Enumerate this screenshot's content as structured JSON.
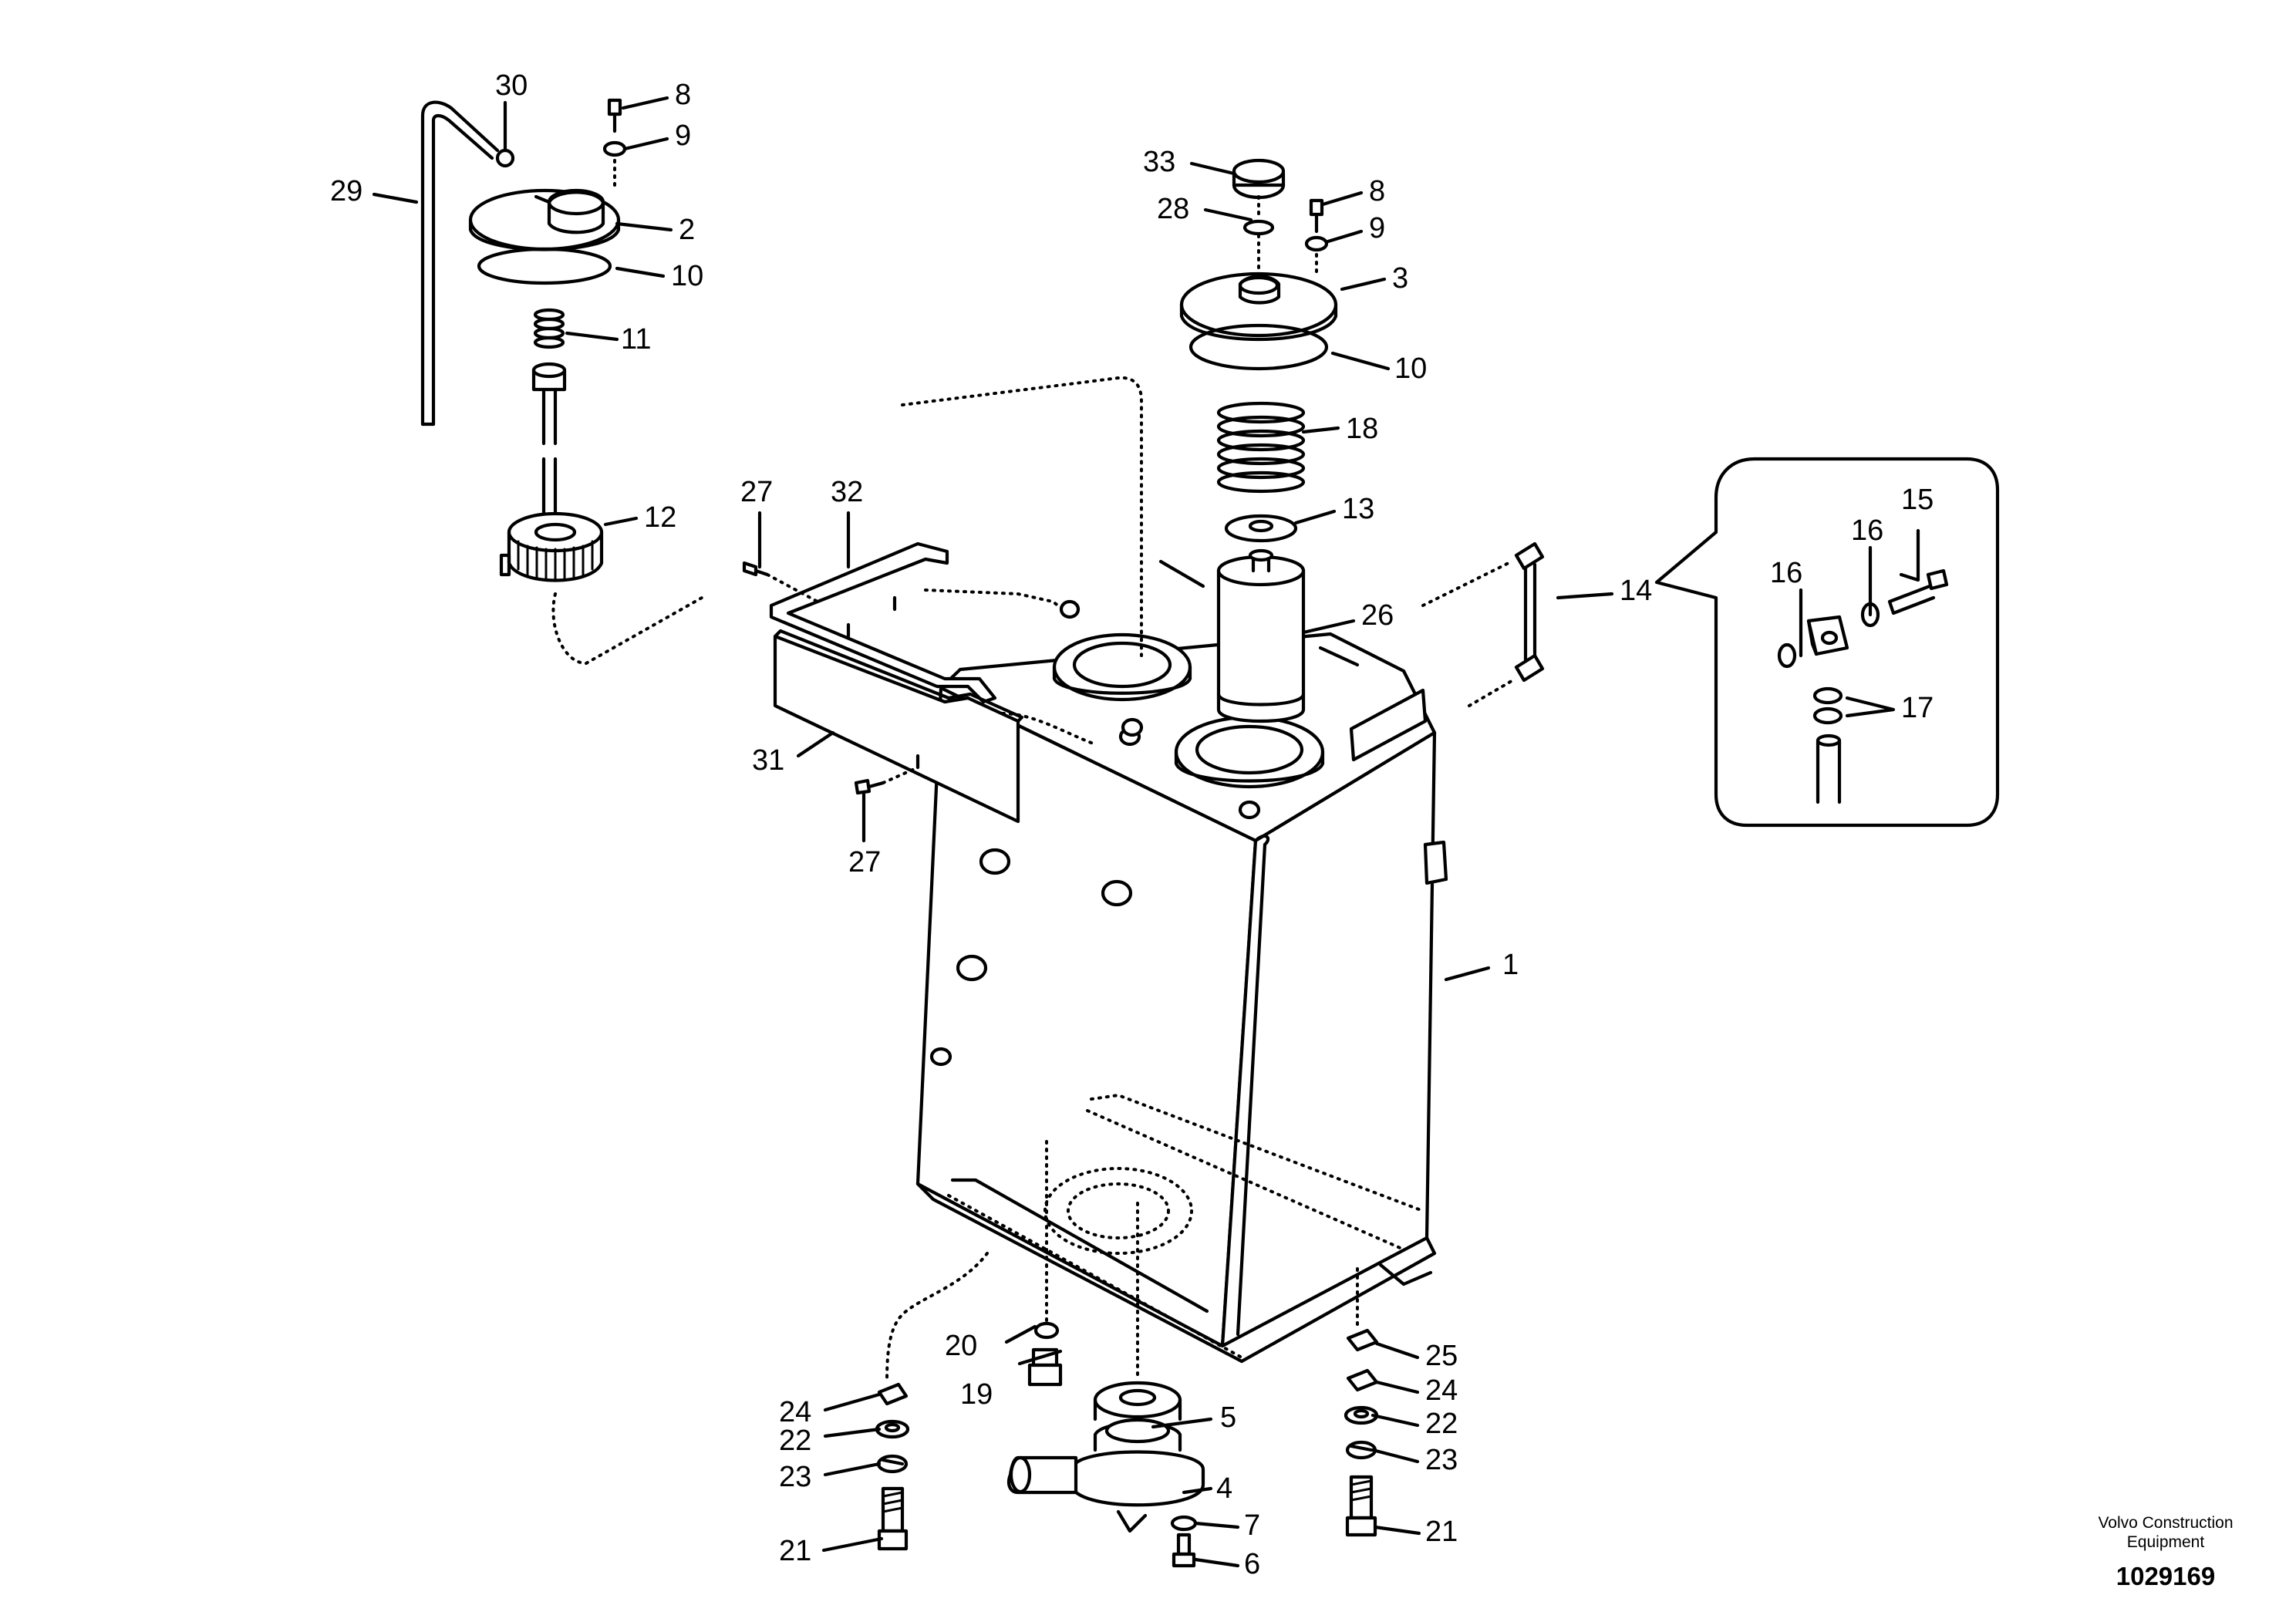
{
  "diagram": {
    "brand_line1": "Volvo Construction",
    "brand_line2": "Equipment",
    "doc_number": "1029169"
  },
  "callouts": {
    "c1": "1",
    "c2": "2",
    "c3": "3",
    "c4": "4",
    "c5": "5",
    "c6": "6",
    "c7": "7",
    "c8a": "8",
    "c8b": "8",
    "c9a": "9",
    "c9b": "9",
    "c10a": "10",
    "c10b": "10",
    "c11": "11",
    "c12": "12",
    "c13": "13",
    "c14": "14",
    "c15": "15",
    "c16a": "16",
    "c16b": "16",
    "c17": "17",
    "c18": "18",
    "c19": "19",
    "c20": "20",
    "c21a": "21",
    "c21b": "21",
    "c22a": "22",
    "c22b": "22",
    "c23a": "23",
    "c23b": "23",
    "c24a": "24",
    "c24b": "24",
    "c25": "25",
    "c26": "26",
    "c27a": "27",
    "c27b": "27",
    "c28": "28",
    "c29": "29",
    "c30": "30",
    "c31": "31",
    "c32": "32",
    "c33": "33"
  }
}
